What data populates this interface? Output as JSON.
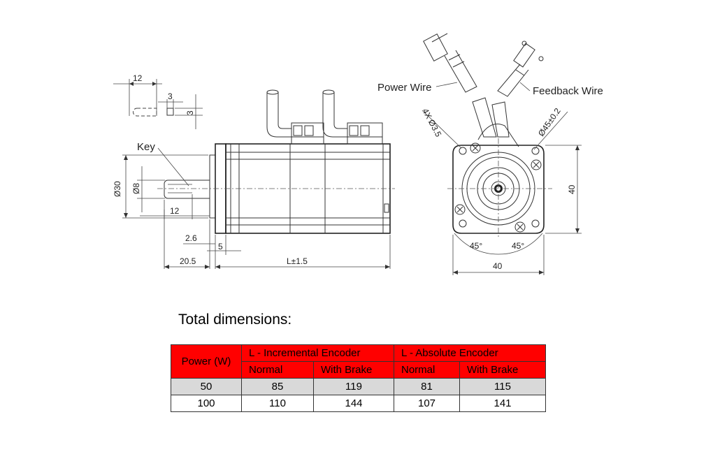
{
  "drawing": {
    "key_label": "Key",
    "power_wire_label": "Power Wire",
    "feedback_wire_label": "Feedback Wire",
    "key_len": "12",
    "key_w": "3",
    "key_h": "3",
    "dia_flange": "Ø30",
    "dia_shaft": "Ø8",
    "shaft_len": "12",
    "dim_2_6": "2.6",
    "dim_5": "5",
    "dim_20_5": "20.5",
    "dim_L": "L±1.5",
    "holes": "4X Ø3.5",
    "pcd": "Ø45±0.2",
    "side_40": "40",
    "bottom_40": "40",
    "angle_left": "45°",
    "angle_right": "45°"
  },
  "table": {
    "heading": "Total dimensions:",
    "power_header": "Power (W)",
    "group_inc": "L - Incremental Encoder",
    "group_abs": "L - Absolute Encoder",
    "sub_normal_1": "Normal",
    "sub_brake_1": "With Brake",
    "sub_normal_2": "Normal",
    "sub_brake_2": "With Brake",
    "rows": [
      {
        "power": "50",
        "inc_normal": "85",
        "inc_brake": "119",
        "abs_normal": "81",
        "abs_brake": "115"
      },
      {
        "power": "100",
        "inc_normal": "110",
        "inc_brake": "144",
        "abs_normal": "107",
        "abs_brake": "141"
      }
    ]
  },
  "colors": {
    "header_red": "#ff0000",
    "row_gray": "#d9d9d9"
  }
}
